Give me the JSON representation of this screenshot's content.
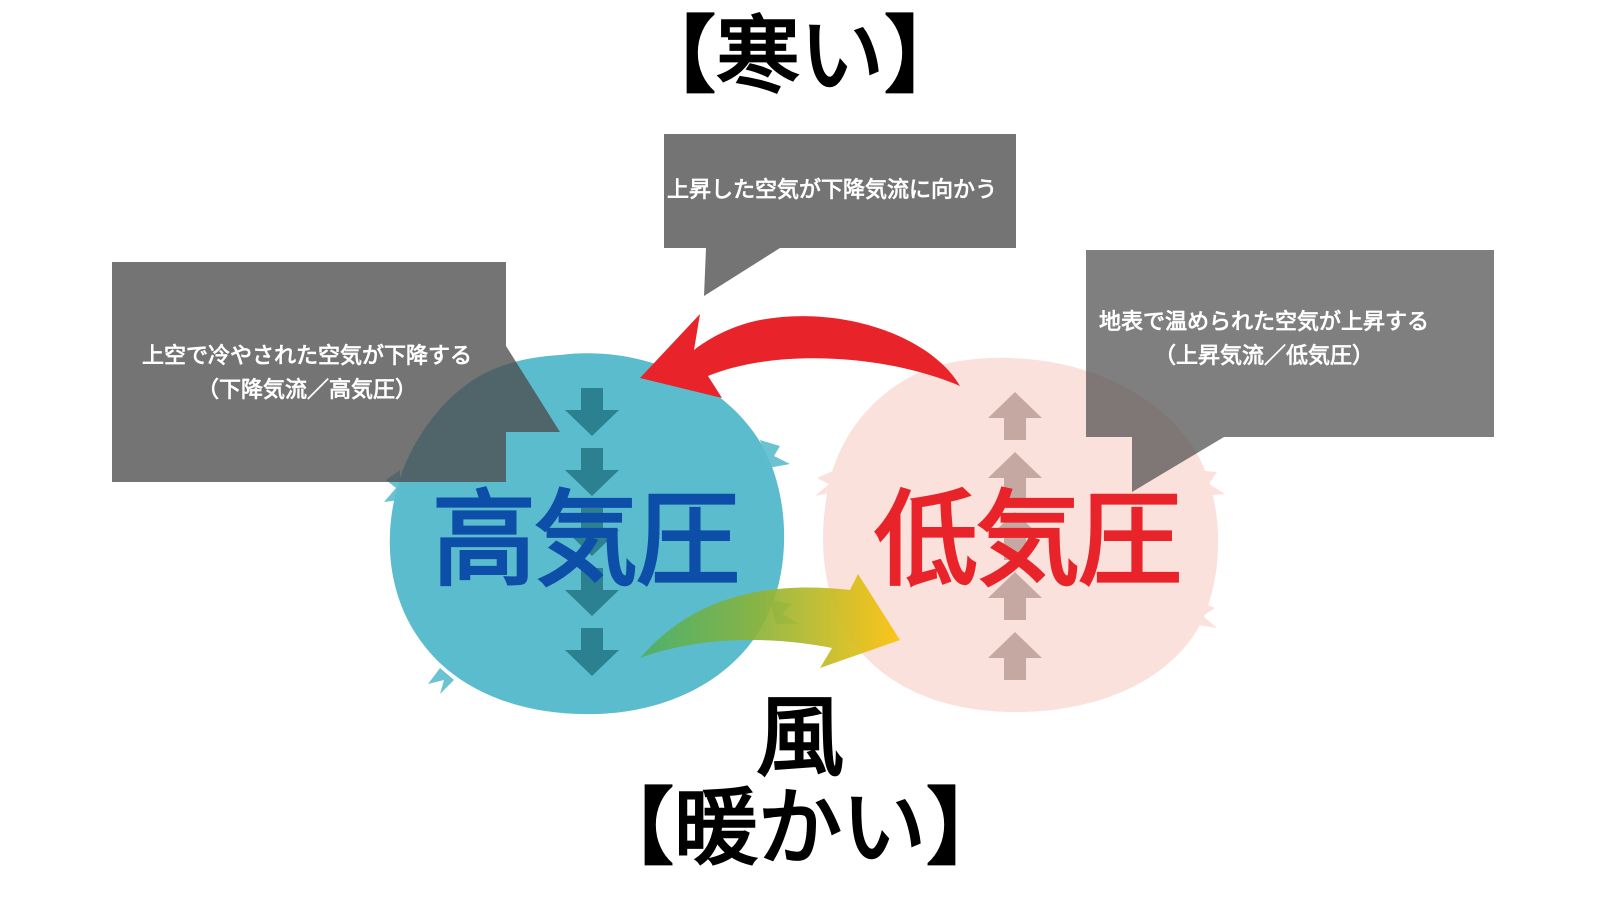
{
  "title_top": "【寒い】",
  "title_bottom": "【暖かい】",
  "wind_label": "風",
  "high_pressure_label": "高気圧",
  "low_pressure_label": "低気圧",
  "callouts": {
    "left": {
      "line1": "上空で冷やされた空気が下降する",
      "line2": "（下降気流／高気圧）"
    },
    "top": {
      "line1": "上昇した空気が下降気流に向かう"
    },
    "right": {
      "line1": "地表で温められた空気が上昇する",
      "line2": "（上昇気流／低気圧）"
    }
  },
  "colors": {
    "high_pressure_blob": "#5bbccd",
    "low_pressure_blob": "#fbe1dc",
    "high_pressure_text": "#0d4fa8",
    "low_pressure_text": "#e8232a",
    "top_arrow": "#e8232a",
    "wind_arrow_start": "#4caf65",
    "wind_arrow_end": "#fcc30a",
    "callout_bg": "#6f6f6f",
    "down_arrow": "#2b8190",
    "up_arrow": "#c6a8a3"
  },
  "icons": {
    "down_arrows": "arrow-down-icon",
    "up_arrows": "arrow-up-icon",
    "top_flow": "curved-arrow-left-icon",
    "wind_flow": "curved-arrow-right-icon"
  }
}
